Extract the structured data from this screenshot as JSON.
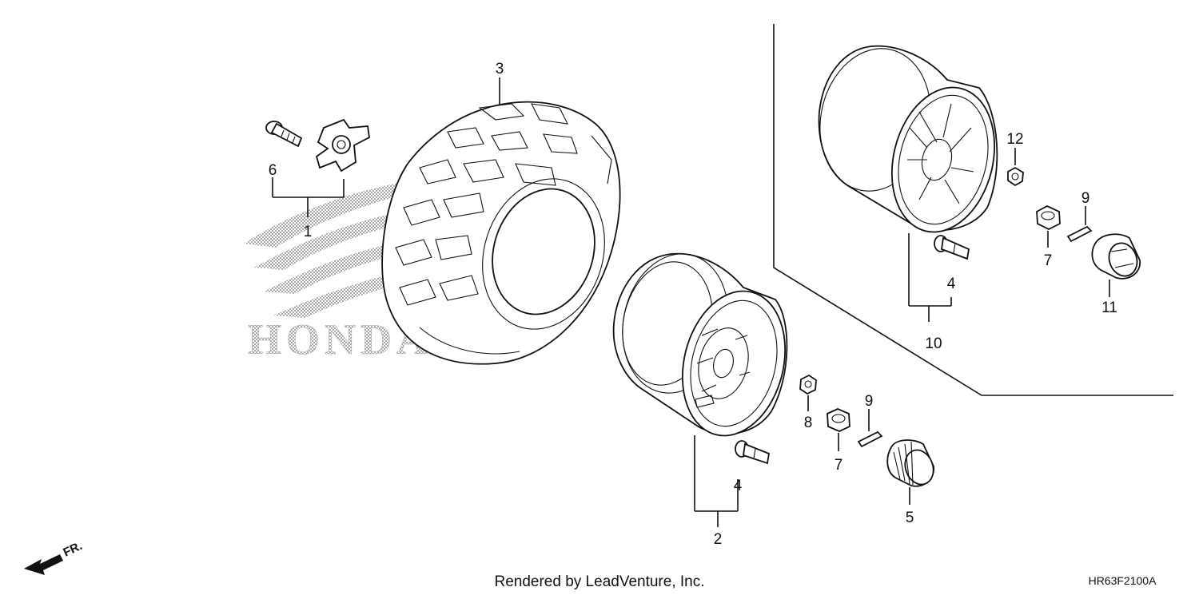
{
  "diagram": {
    "callouts": {
      "c1": "1",
      "c2": "2",
      "c3": "3",
      "c4_front": "4",
      "c4_inset": "4",
      "c5": "5",
      "c6": "6",
      "c7_front": "7",
      "c7_inset": "7",
      "c8": "8",
      "c9_front": "9",
      "c9_inset": "9",
      "c10": "10",
      "c11": "11",
      "c12": "12"
    },
    "watermark": "HONDA",
    "direction_label": "FR.",
    "footer_credit": "Rendered by LeadVenture, Inc.",
    "diagram_code": "HR63F2100A"
  }
}
